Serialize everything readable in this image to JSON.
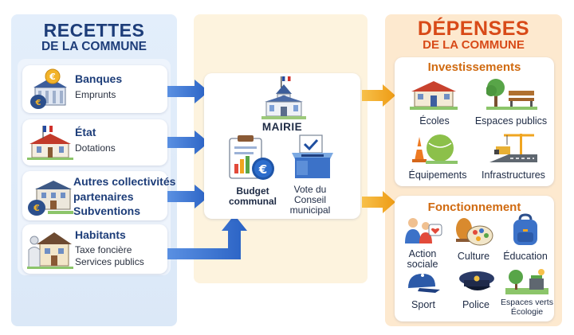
{
  "left": {
    "title": "RECETTES",
    "subtitle": "DE LA COMMUNE",
    "sources": [
      {
        "title": "Banques",
        "lines": [
          "Emprunts"
        ]
      },
      {
        "title": "État",
        "lines": [
          "Dotations"
        ]
      },
      {
        "title": "Autres collectivités",
        "lines": [
          "partenaires",
          "Subventions"
        ]
      },
      {
        "title": "Habitants",
        "lines": [
          "Taxe foncière",
          "Services publics"
        ]
      }
    ]
  },
  "middle": {
    "mairie": "MAIRIE",
    "budget": [
      "Budget",
      "communal"
    ],
    "vote": [
      "Vote du",
      "Conseil",
      "municipal"
    ]
  },
  "right": {
    "title": "DÉPENSES",
    "subtitle": "DE LA COMMUNE",
    "investissements": {
      "title": "Investissements",
      "items": [
        "Écoles",
        "Espaces publics",
        "Équipements",
        "Infrastructures"
      ]
    },
    "fonctionnement": {
      "title": "Fonctionnement",
      "items": [
        [
          "Action",
          "sociale"
        ],
        [
          "Culture"
        ],
        [
          "Éducation"
        ],
        [
          "Sport"
        ],
        [
          "Police"
        ],
        [
          "Espaces verts",
          "Écologie"
        ]
      ]
    }
  },
  "colors": {
    "left_heading": "#1d3d79",
    "right_heading": "#d84a18",
    "section_heading": "#d06a10",
    "blue_arrow": "#2f6fd0",
    "orange_arrow": "#f0a520"
  }
}
